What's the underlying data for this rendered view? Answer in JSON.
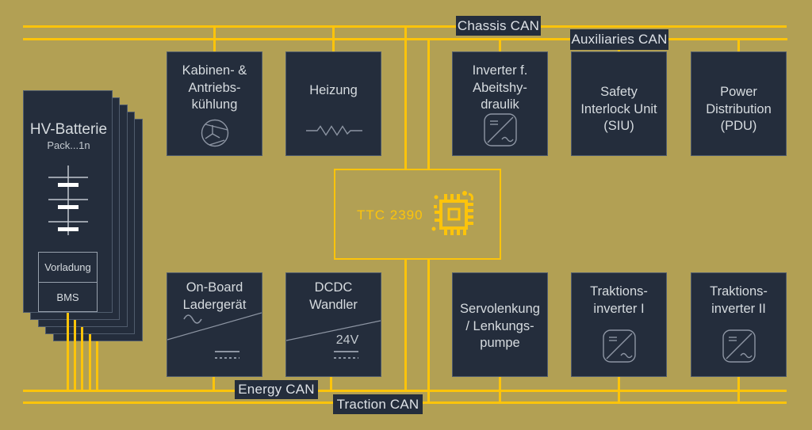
{
  "buses": {
    "chassis": "Chassis CAN",
    "auxiliaries": "Auxiliaries CAN",
    "energy": "Energy CAN",
    "traction": "Traction CAN"
  },
  "battery": {
    "title": "HV-Batterie",
    "subtitle": "Pack...1n",
    "precharge": "Vorladung",
    "bms": "BMS"
  },
  "controller": {
    "name": "TTC 2390"
  },
  "components": {
    "cooling": {
      "lines": [
        "Kabinen- &",
        "Antriebs-",
        "kühlung"
      ]
    },
    "heating": {
      "lines": [
        "Heizung"
      ]
    },
    "hydraulics_inverter": {
      "lines": [
        "Inverter f.",
        "Abeitshy-",
        "draulik"
      ]
    },
    "siu": {
      "lines": [
        "Safety",
        "Interlock Unit",
        "(SIU)"
      ]
    },
    "pdu": {
      "lines": [
        "Power",
        "Distribution",
        "(PDU)"
      ]
    },
    "charger": {
      "lines": [
        "On-Board",
        "Ladergerät"
      ]
    },
    "dcdc": {
      "lines": [
        "DCDC",
        "Wandler"
      ],
      "voltage": "24V"
    },
    "steering": {
      "lines": [
        "Servolenkung",
        "/ Lenkungs-",
        "pumpe"
      ]
    },
    "traction_inverter_1": {
      "lines": [
        "Traktions-",
        "inverter I"
      ]
    },
    "traction_inverter_2": {
      "lines": [
        "Traktions-",
        "inverter II"
      ]
    }
  },
  "colors": {
    "background": "#b2a054",
    "accent_yellow": "#fdc40a",
    "panel_dark": "#242d3c",
    "text_light": "#d6dbdf",
    "icon_gray": "#8d95a3"
  }
}
